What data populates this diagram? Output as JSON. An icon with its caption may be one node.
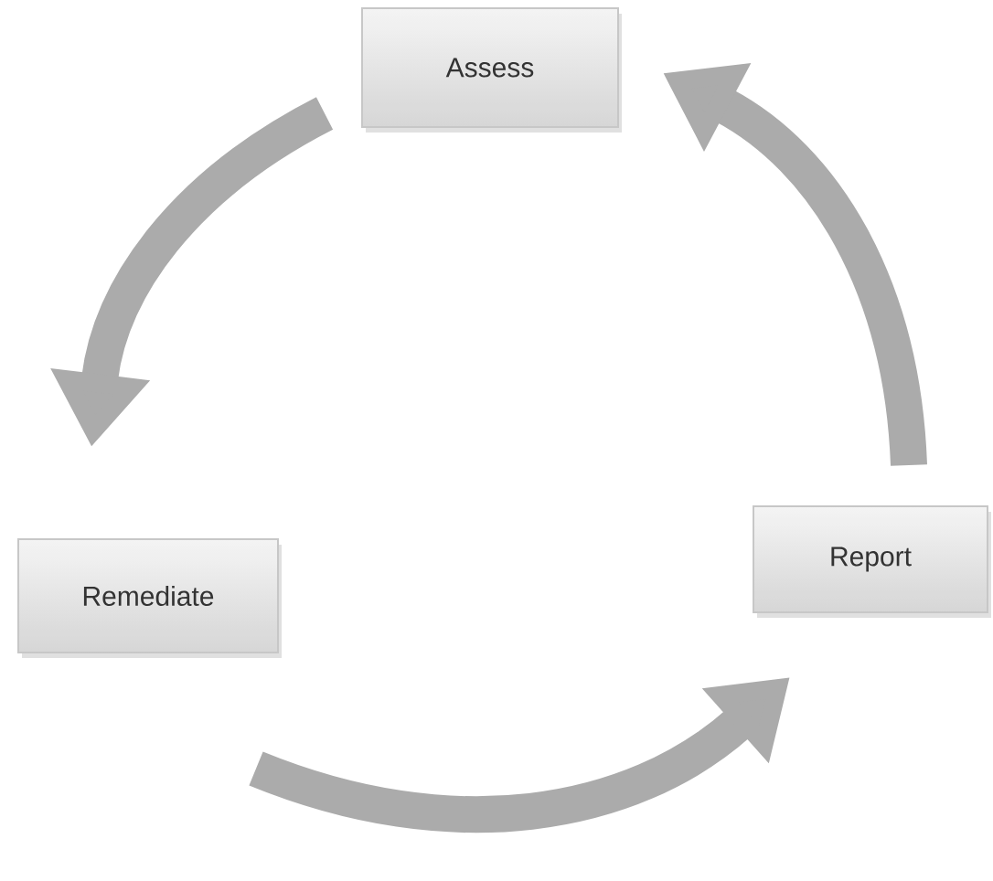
{
  "diagram": {
    "nodes": [
      {
        "text": [
          "Assess"
        ]
      },
      {
        "text": [
          "Remediate"
        ]
      },
      {
        "text": [
          "Report"
        ]
      }
    ],
    "edges": [
      {
        "from": 0,
        "to": 1,
        "arrow": "to"
      },
      {
        "from": 1,
        "to": 2,
        "arrow": "to"
      },
      {
        "from": 2,
        "to": 0,
        "arrow": "to"
      }
    ]
  }
}
